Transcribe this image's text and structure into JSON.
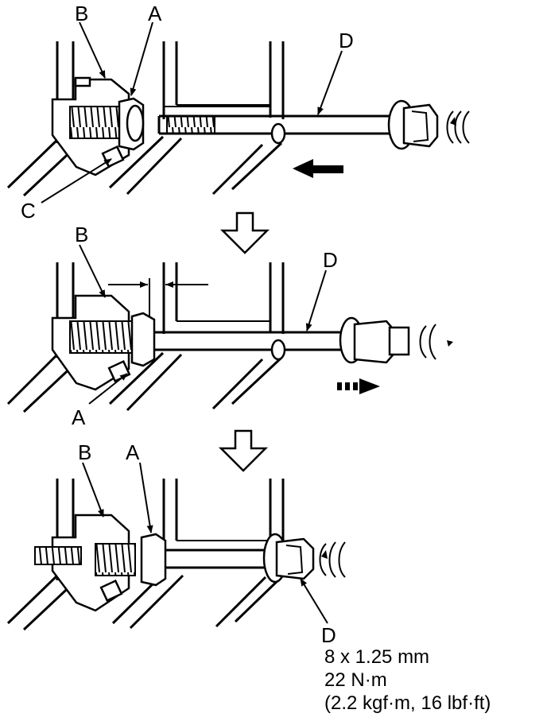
{
  "labels": {
    "p1": {
      "b": "B",
      "a": "A",
      "c": "C",
      "d": "D"
    },
    "p2": {
      "b": "B",
      "a": "A",
      "d": "D"
    },
    "p3": {
      "b": "B",
      "a": "A",
      "d": "D"
    }
  },
  "spec": {
    "size": "8 x 1.25 mm",
    "torque": "22 N·m",
    "alt": "(2.2 kgf·m, 16 lbf·ft)"
  }
}
